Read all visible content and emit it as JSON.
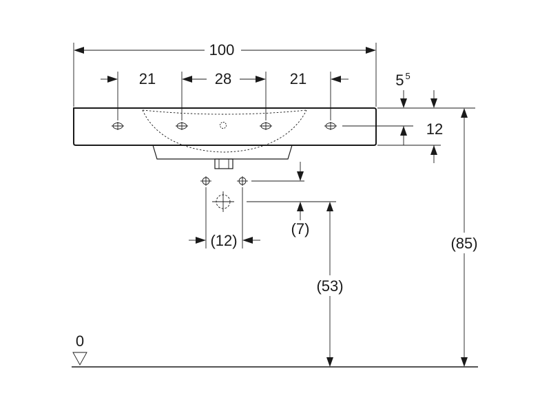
{
  "dimensions": {
    "overall_width": "100",
    "tap_spacing_left": "21",
    "tap_spacing_center": "28",
    "tap_spacing_right": "21",
    "rim_thickness_main": "5",
    "rim_thickness_sup": "5",
    "front_height": "12",
    "drain_spacing": "(12)",
    "drain_drop": "(7)",
    "drain_height": "(53)",
    "total_height": "(85)",
    "floor_level": "0"
  }
}
